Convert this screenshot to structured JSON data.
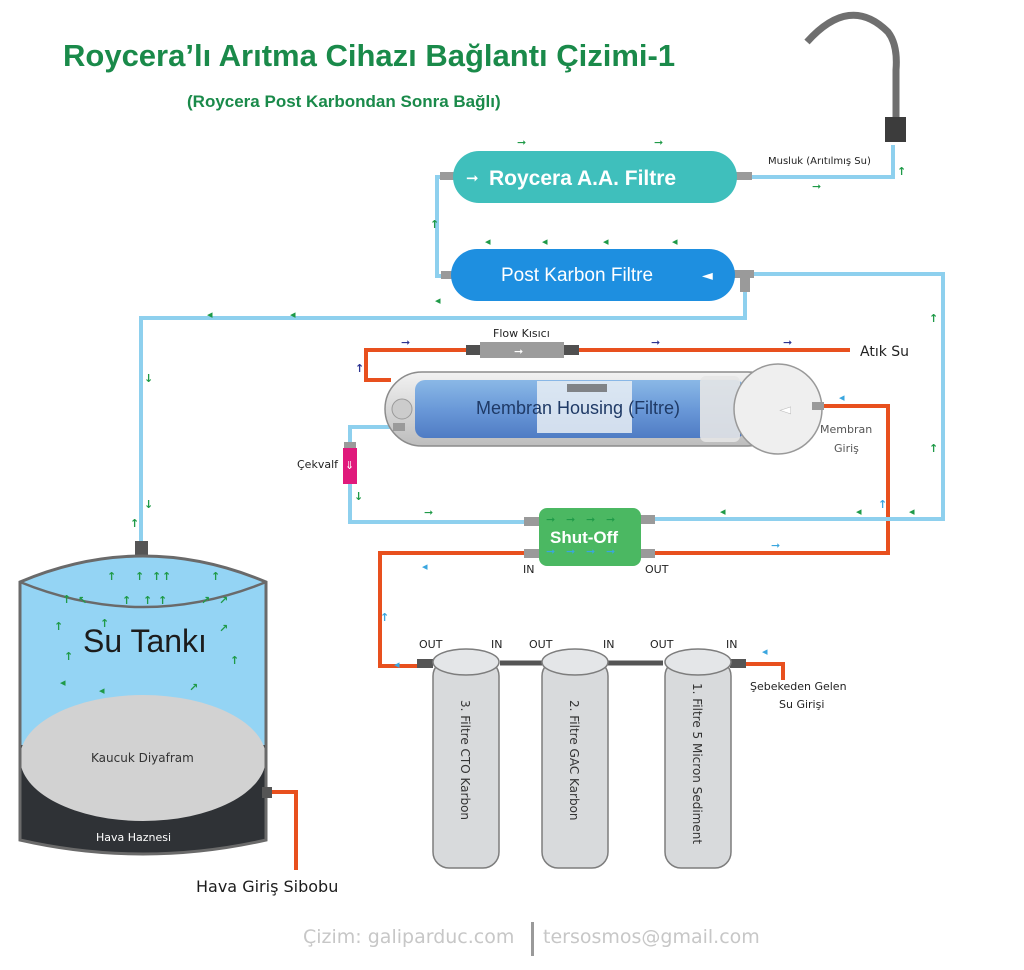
{
  "header": {
    "title": "Roycera’lı Arıtma Cihazı Bağlantı Çizimi-1",
    "subtitle": "(Roycera Post Karbondan Sonra Bağlı)"
  },
  "components": {
    "roycera_filter": "Roycera A.A. Filtre",
    "post_carbon_filter": "Post Karbon Filtre",
    "membrane_housing": "Membran Housing (Filtre)",
    "membrane_inlet_line1": "Membran",
    "membrane_inlet_line2": "Giriş",
    "flow_restrictor": "Flow Kısıcı",
    "waste_water": "Atık Su",
    "check_valve": "Çekvalf",
    "shutoff": "Shut-Off",
    "shutoff_in": "IN",
    "shutoff_out": "OUT",
    "faucet": "Musluk (Arıtılmış Su)",
    "tank": "Su Tankı",
    "diaphragm": "Kaucuk Diyafram",
    "air_chamber": "Hava Haznesi",
    "air_valve": "Hava Giriş Sibobu",
    "mains_line1": "Şebekeden Gelen",
    "mains_line2": "Su Girişi",
    "filter3": "3. Filtre CTO Karbon",
    "filter2": "2. Filtre GAC Karbon",
    "filter1": "1. Filtre 5 Micron Sediment",
    "port_out": "OUT",
    "port_in": "IN"
  },
  "footer": {
    "left": "Çizim: galiparduc.com",
    "right": "tersosmos@gmail.com"
  },
  "colors": {
    "title_green": "#1a8a4a",
    "clean_line": "#8ed0ee",
    "raw_line": "#e8501e",
    "roycera_teal": "#3fbfbc",
    "post_carbon_blue": "#1e8fe0",
    "shutoff_green": "#4bb862",
    "tank_water": "#94d4f4",
    "tank_air": "#2f3236",
    "check_valve_pink": "#e0197c",
    "arrow_green": "#1f9a48",
    "arrow_blue": "#3aa6df",
    "arrow_navy": "#2d3592",
    "footer_gray": "#c7c7c7"
  }
}
